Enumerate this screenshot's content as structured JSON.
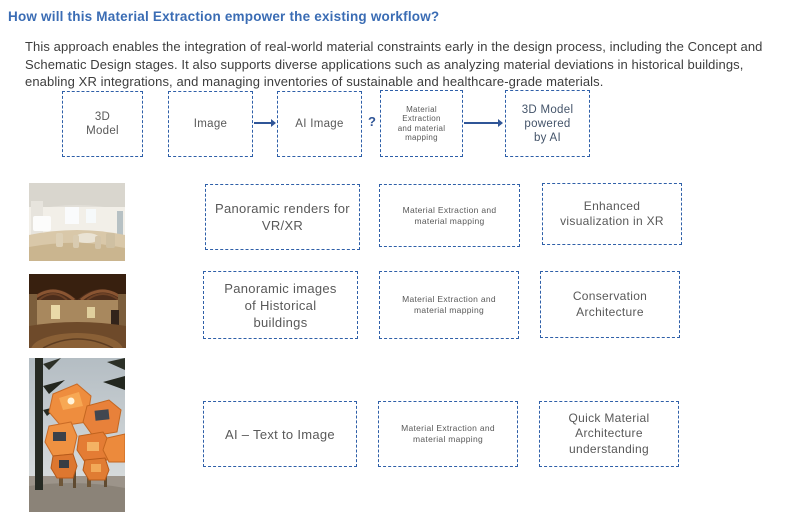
{
  "header": {
    "title": "How will this Material Extraction empower the existing workflow?"
  },
  "intro": {
    "text": "This approach enables the integration of real-world material constraints early in the design process, including the Concept and Schematic Design stages. It also supports diverse applications such as analyzing material deviations in historical buildings, enabling XR integrations, and managing inventories of sustainable and healthcare-grade materials."
  },
  "flowchart": {
    "question_mark": "?",
    "steps": [
      {
        "label": "3D Model"
      },
      {
        "label": "Image"
      },
      {
        "label": "AI Image"
      },
      {
        "label": "Material Extraction and material mapping"
      },
      {
        "label": "3D Model powered by AI"
      }
    ]
  },
  "workflow_rows": [
    {
      "image": "interior-panorama-photo",
      "source": "Panoramic renders for VR/XR",
      "process": "Material Extraction and material mapping",
      "outcome": "Enhanced visualization in XR"
    },
    {
      "image": "historical-building-panorama-photo",
      "source": "Panoramic images of Historical buildings",
      "process": "Material Extraction and material mapping",
      "outcome": "Conservation Architecture"
    },
    {
      "image": "ai-text-to-image-building-photo",
      "source": "AI – Text to Image",
      "process": "Material Extraction and material mapping",
      "outcome": "Quick Material Architecture understanding"
    }
  ],
  "colors": {
    "heading_blue": "#3a6cb4",
    "box_border_blue": "#2e5fa8",
    "arrow_blue": "#2f5597",
    "box_text_gray": "#595959",
    "final_box_text": "#44546a",
    "body_text": "#3d3d3d"
  }
}
